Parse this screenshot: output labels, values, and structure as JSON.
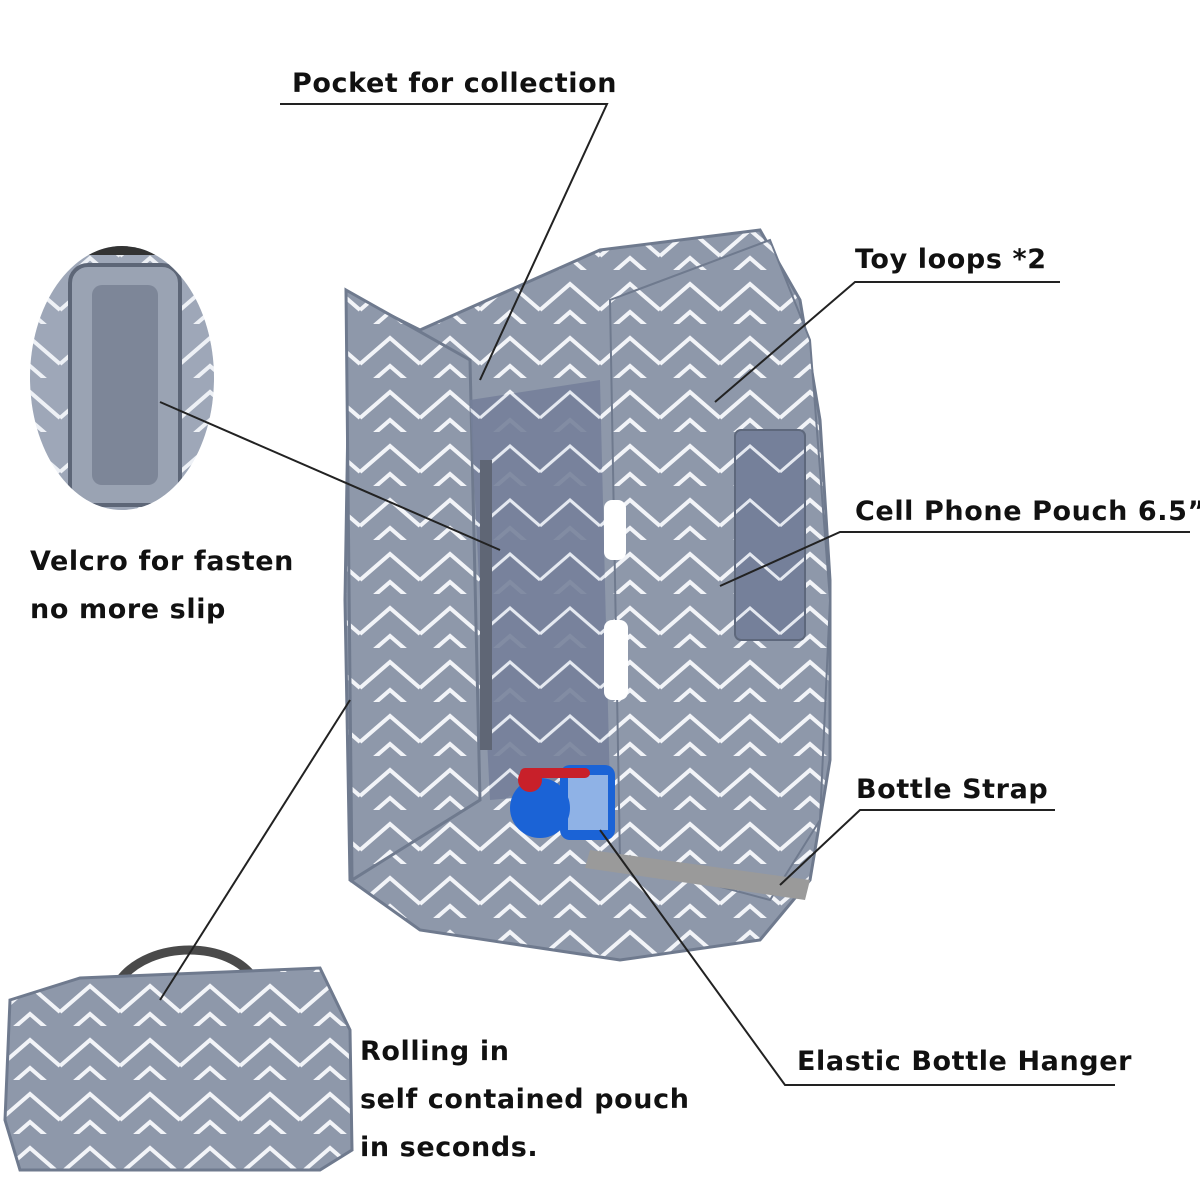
{
  "labels": {
    "pocket": "Pocket for collection",
    "toy_loops": "Toy loops *2",
    "cell_phone": "Cell Phone Pouch 6.5”",
    "bottle_strap": "Bottle Strap",
    "elastic_hanger": "Elastic Bottle Hanger",
    "velcro": [
      "Velcro for fasten",
      "no more slip"
    ],
    "rolling": [
      "Rolling in",
      "self contained pouch",
      "in seconds."
    ]
  },
  "colors": {
    "fabric": "#8e98aa",
    "fabric_dark": "#6f7a8e",
    "chevron": "#f2f4f8",
    "bottle_blue": "#1b63d6",
    "bottle_red": "#c8202a",
    "strap": "#9a9a9a"
  }
}
